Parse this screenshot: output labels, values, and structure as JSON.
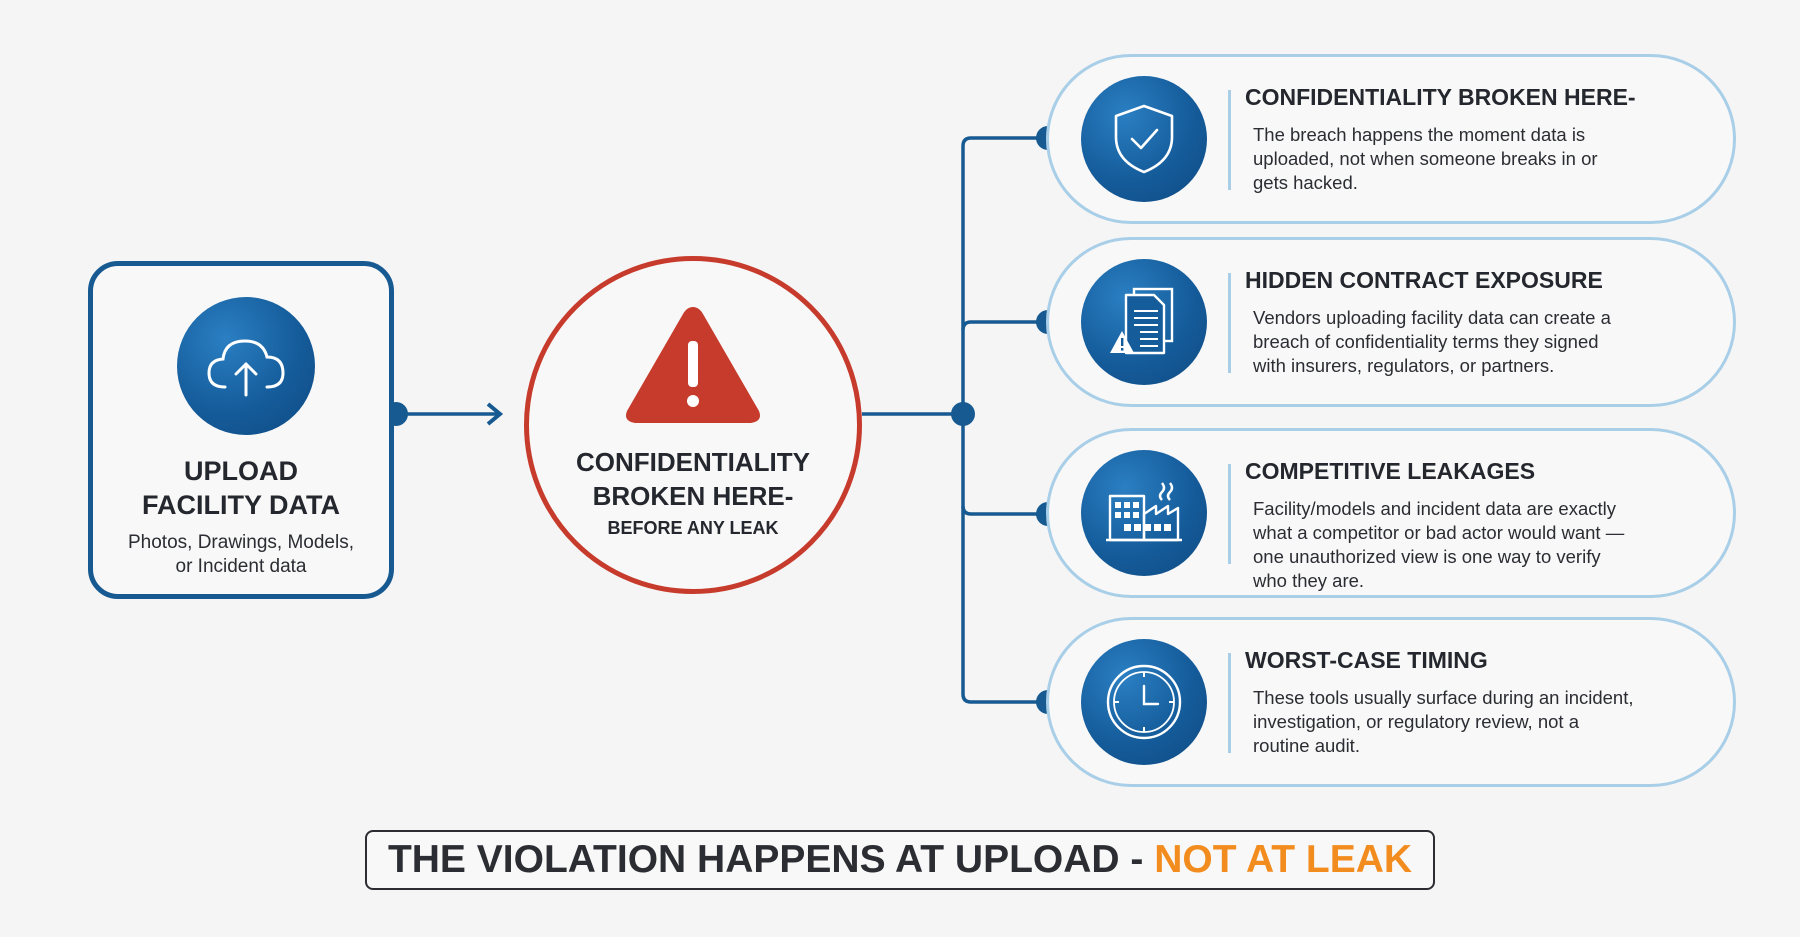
{
  "upload": {
    "icon": "cloud-upload-icon",
    "title_line1": "UPLOAD",
    "title_line2": "FACILITY DATA",
    "subtitle_line1": "Photos, Drawings, Models,",
    "subtitle_line2": "or Incident data"
  },
  "center": {
    "icon": "warning-triangle-icon",
    "title_line1": "CONFIDENTIALITY",
    "title_line2": "BROKEN HERE-",
    "subtitle": "BEFORE ANY LEAK"
  },
  "items": [
    {
      "icon": "shield-check-icon",
      "title": "CONFIDENTIALITY BROKEN HERE-",
      "lines": [
        "The breach happens the moment data is",
        "uploaded, not when someone breaks in or",
        "gets hacked."
      ]
    },
    {
      "icon": "document-warning-icon",
      "title": "HIDDEN CONTRACT EXPOSURE",
      "lines": [
        "Vendors uploading facility data can create a",
        "breach of confidentiality terms they signed",
        "with insurers, regulators, or partners."
      ]
    },
    {
      "icon": "factory-icon",
      "title": "COMPETITIVE LEAKAGES",
      "lines": [
        "Facility/models and incident data are exactly",
        "what a competitor or bad actor would want —",
        "one unauthorized view is one way to verify",
        "who they are."
      ]
    },
    {
      "icon": "clock-icon",
      "title": "WORST-CASE TIMING",
      "lines": [
        "These tools usually surface during an incident,",
        "investigation, or regulatory review, not a",
        "routine audit."
      ]
    }
  ],
  "banner": {
    "text_dark": "THE VIOLATION HAPPENS AT UPLOAD - ",
    "text_accent": "NOT AT LEAK"
  },
  "colors": {
    "primary_blue": "#175a92",
    "alert_red": "#c63b2c",
    "accent_orange": "#f28c1e",
    "pill_border": "#a9cfe8"
  }
}
